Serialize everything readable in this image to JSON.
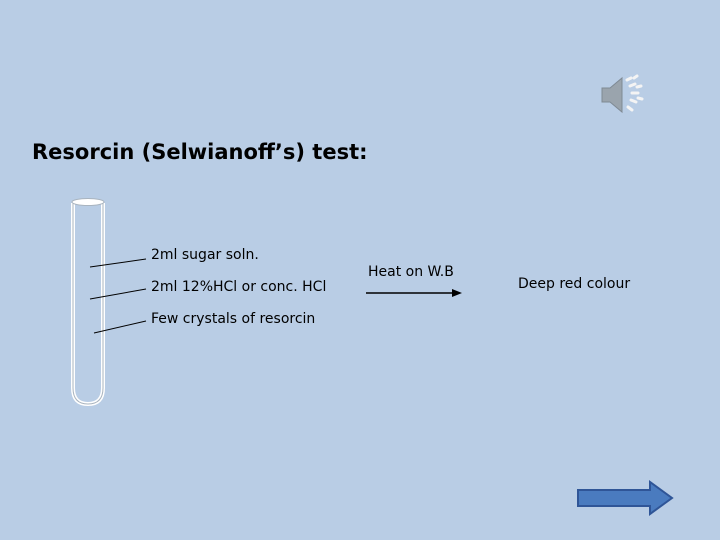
{
  "slide": {
    "title": "Resorcin (Selwianoff’s) test:",
    "reagents": [
      "2ml sugar soln.",
      "2ml 12%HCl or conc. HCl",
      "Few crystals of resorcin"
    ],
    "condition": "Heat on W.B",
    "result": "Deep red colour"
  },
  "icons": {
    "audio": "speaker-icon",
    "next": "right-arrow-icon"
  },
  "colors": {
    "background": "#b9cde5",
    "arrow_fill": "#4a7bbf",
    "arrow_stroke": "#2f5597"
  }
}
